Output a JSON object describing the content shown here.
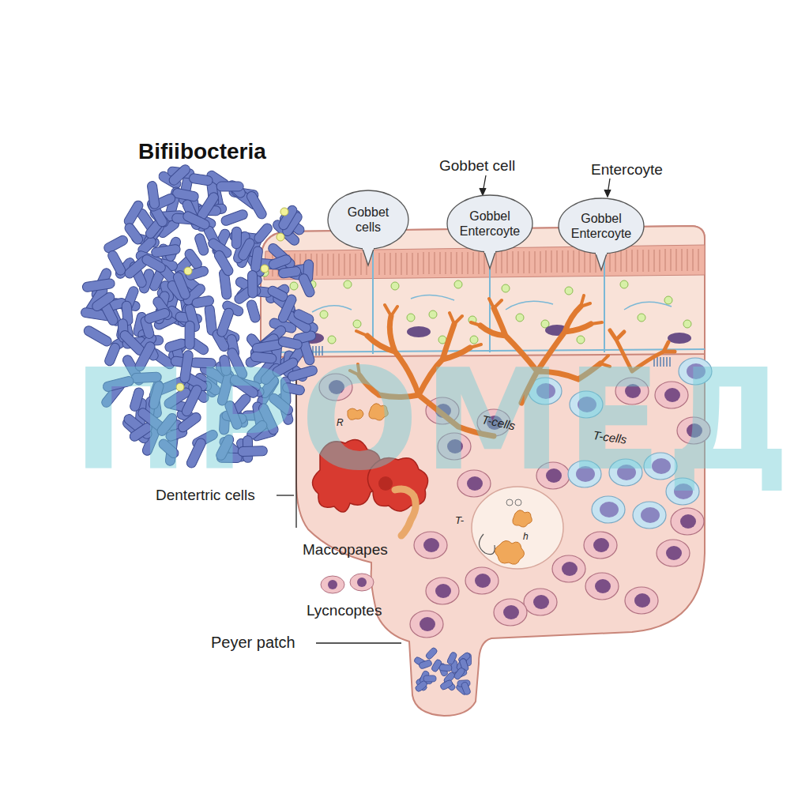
{
  "diagram": {
    "title": "Bifiibocteria",
    "nodes": [
      {
        "text": [
          "Gobbet cells"
        ]
      },
      {
        "text": [
          "Gobbel Entercoyte"
        ]
      },
      {
        "text": [
          "Gobbel Entercoyte"
        ]
      }
    ],
    "labels": [
      "Gobbet cell",
      "Entercoyte",
      "T-cells",
      "T-cells",
      "R",
      "T-",
      "h",
      "Dentertric cells",
      "Maccopapes",
      "Lycncoptes",
      "Peyer patch",
      "ПРОМЕД"
    ]
  }
}
